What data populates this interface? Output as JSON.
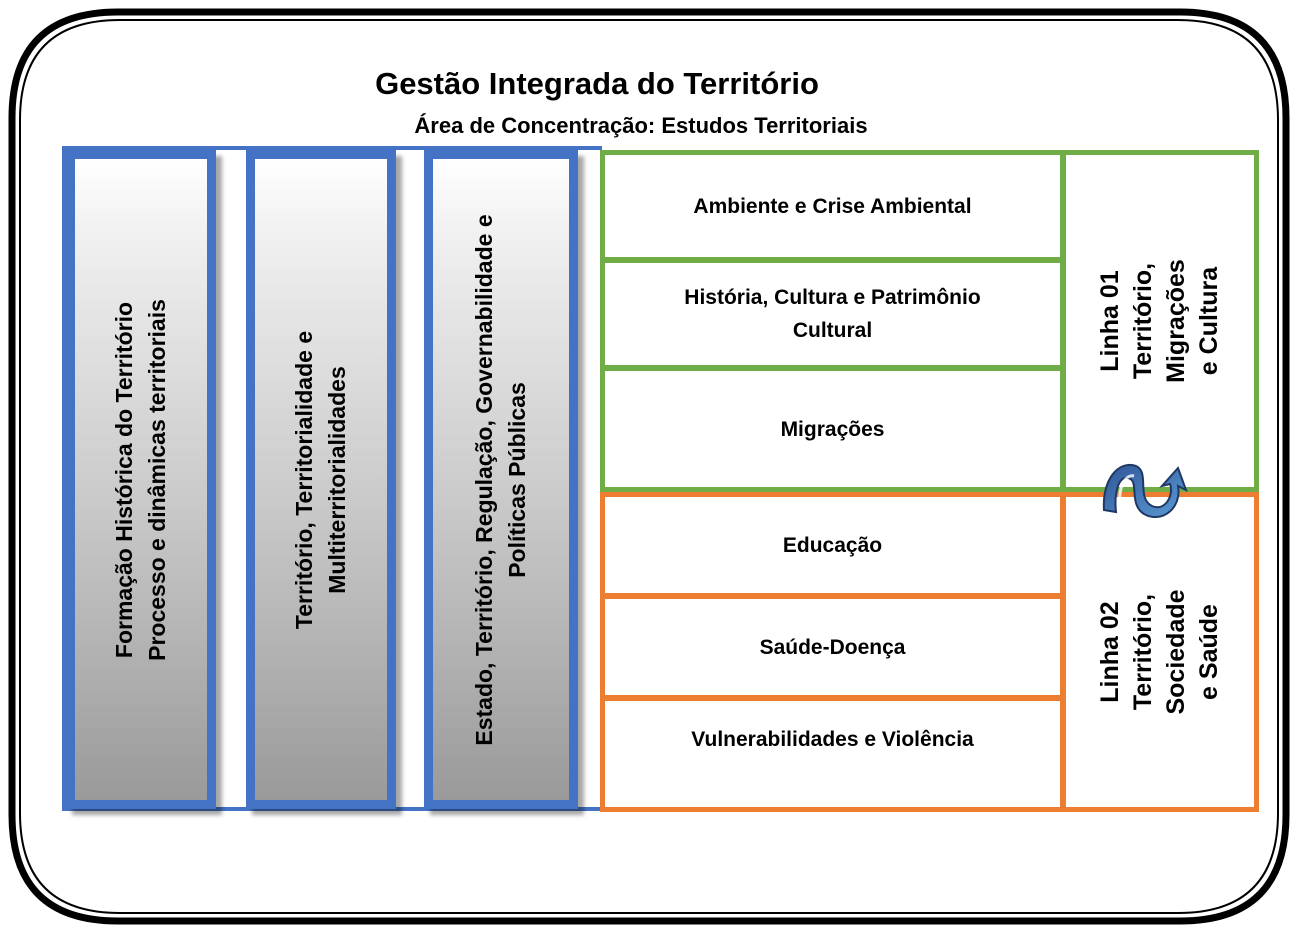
{
  "title": "Gestão Integrada do Território",
  "subtitle": "Área de Concentração: Estudos Territoriais",
  "pillars": [
    {
      "line1": "Formação Histórica do Território",
      "line2": "Processo e dinâmicas territoriais"
    },
    {
      "line1": "Território, Territorialidade e",
      "line2": "Multiterritorialidades"
    },
    {
      "line1": "Estado, Território, Regulação, Governabilidade e",
      "line2": "Políticas Públicas"
    }
  ],
  "line01": {
    "label": {
      "l1": "Linha 01",
      "l2": "Território,",
      "l3": "Migrações",
      "l4": "e Cultura"
    },
    "themes": [
      "Ambiente e Crise Ambiental",
      "História, Cultura e Patrimônio Cultural",
      "Migrações"
    ]
  },
  "line02": {
    "label": {
      "l1": "Linha 02",
      "l2": "Território,",
      "l3": "Sociedade",
      "l4": "e Saúde"
    },
    "themes": [
      "Educação",
      "Saúde-Doença",
      "Vulnerabilidades e Violência"
    ]
  },
  "colors": {
    "pillar_border": "#4472c4",
    "line01": "#70ad47",
    "line02": "#ed7d31",
    "arrow": "#4472c4"
  },
  "icons": {
    "connector": "curved-arrow-icon"
  }
}
